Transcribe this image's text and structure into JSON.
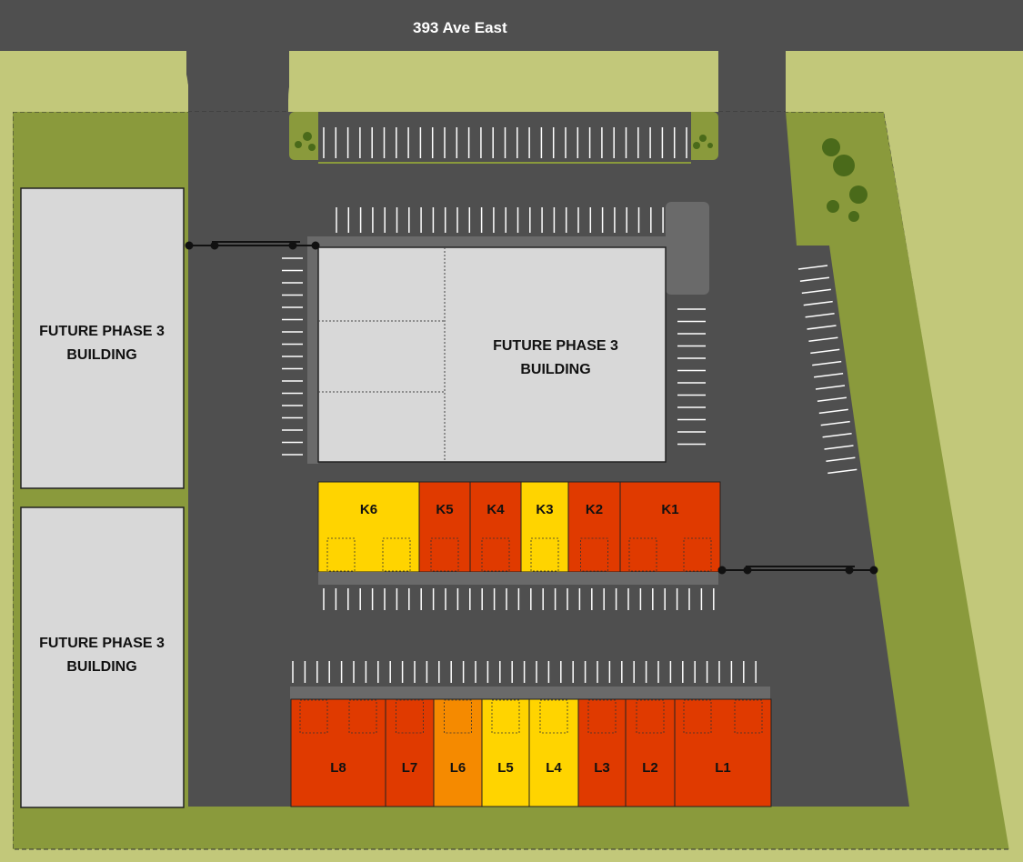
{
  "street": {
    "label": "393 Ave East"
  },
  "buildings": {
    "west_north": {
      "line1": "FUTURE PHASE 3",
      "line2": "BUILDING"
    },
    "west_south": {
      "line1": "FUTURE PHASE 3",
      "line2": "BUILDING"
    },
    "center": {
      "line1": "FUTURE PHASE 3",
      "line2": "BUILDING"
    }
  },
  "units_k": [
    {
      "id": "K6",
      "status_color": "#ffd400"
    },
    {
      "id": "K5",
      "status_color": "#e03a00"
    },
    {
      "id": "K4",
      "status_color": "#e03a00"
    },
    {
      "id": "K3",
      "status_color": "#ffd400"
    },
    {
      "id": "K2",
      "status_color": "#e03a00"
    },
    {
      "id": "K1",
      "status_color": "#e03a00"
    }
  ],
  "units_l": [
    {
      "id": "L8",
      "status_color": "#e03a00"
    },
    {
      "id": "L7",
      "status_color": "#e03a00"
    },
    {
      "id": "L6",
      "status_color": "#f58a00"
    },
    {
      "id": "L5",
      "status_color": "#ffd400"
    },
    {
      "id": "L4",
      "status_color": "#ffd400"
    },
    {
      "id": "L3",
      "status_color": "#e03a00"
    },
    {
      "id": "L2",
      "status_color": "#e03a00"
    },
    {
      "id": "L1",
      "status_color": "#e03a00"
    }
  ],
  "colors": {
    "road": "#4f4f4f",
    "grass_light": "#c2c87a",
    "grass_dark": "#8a9a3c",
    "building": "#d8d8d8",
    "curb": "#6a6a6a",
    "tree": "#4a6a1a"
  }
}
